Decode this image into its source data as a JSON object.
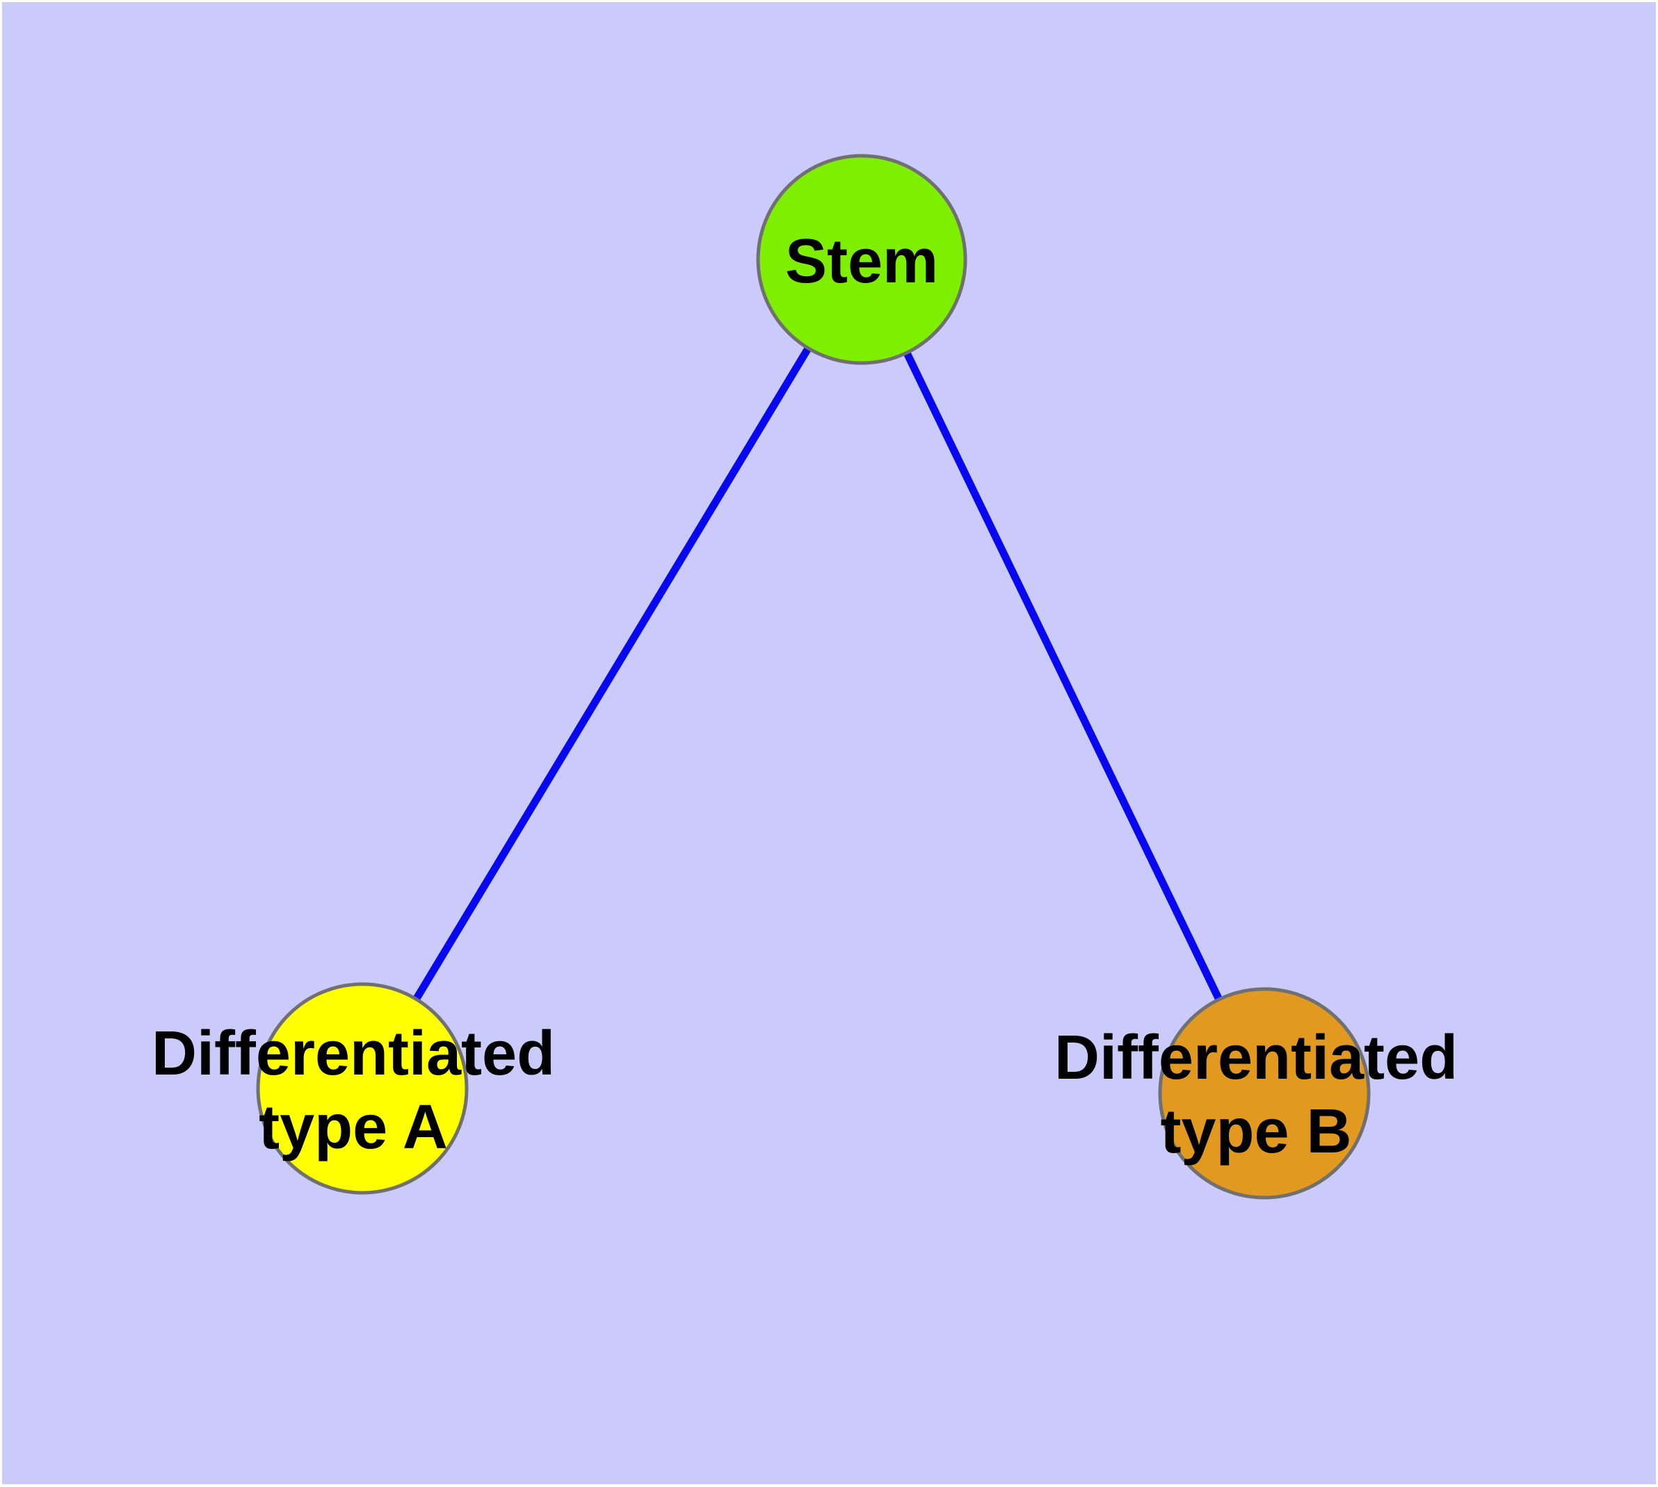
{
  "colors": {
    "page_margin": "#FFFFFF",
    "background": "#CBCBFB",
    "edge": "#0707F0",
    "node_border": "#707070",
    "label_text": "#000000"
  },
  "graph": {
    "nodes": [
      {
        "id": "stem",
        "label": "Stem",
        "label_line1": "Stem",
        "color": "#7FEF00"
      },
      {
        "id": "differentiated-type-a",
        "label": "Differentiated type A",
        "label_line1": "Differentiated",
        "label_line2": "type A",
        "color": "#FFFF00"
      },
      {
        "id": "differentiated-type-b",
        "label": "Differentiated type B",
        "label_line1": "Differentiated",
        "label_line2": "type B",
        "color": "#E2991F"
      }
    ],
    "edges": [
      {
        "from": "Stem",
        "to": "Differentiated type A"
      },
      {
        "from": "Stem",
        "to": "Differentiated type B"
      }
    ]
  }
}
